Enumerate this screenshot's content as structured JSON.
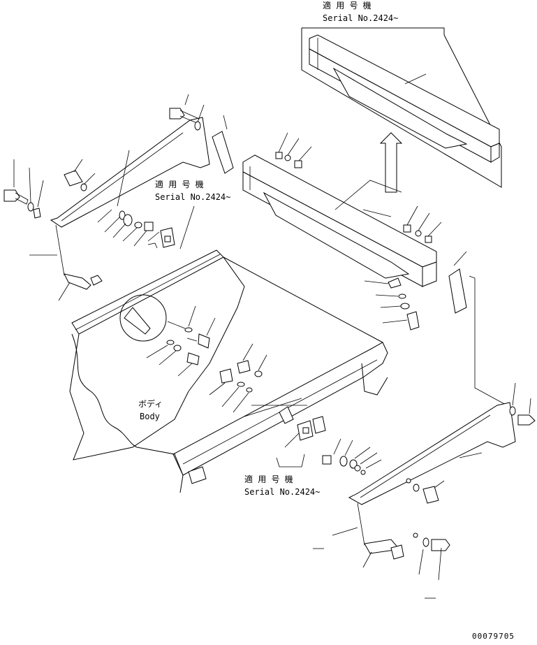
{
  "notes": {
    "top": {
      "jp": "適 用 号 機",
      "en": "Serial No.2424~"
    },
    "middle": {
      "jp": "適 用 号 機",
      "en": "Serial No.2424~"
    },
    "bottom": {
      "jp": "適 用 号 機",
      "en": "Serial No.2424~"
    }
  },
  "body_label": {
    "jp": "ボディ",
    "en": "Body"
  },
  "drawing_number": "00079705"
}
